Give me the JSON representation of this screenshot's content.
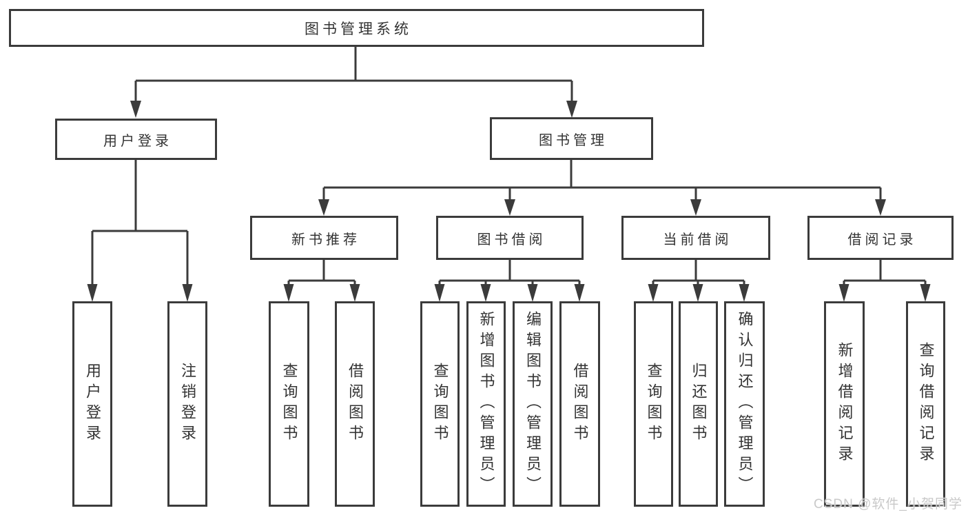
{
  "tree": {
    "root": {
      "label": "图书管理系统",
      "children": [
        {
          "label": "用户登录",
          "children": [
            {
              "label": "用户登录"
            },
            {
              "label": "注销登录"
            }
          ]
        },
        {
          "label": "图书管理",
          "children": [
            {
              "label": "新书推荐",
              "children": [
                {
                  "label": "查询图书"
                },
                {
                  "label": "借阅图书"
                }
              ]
            },
            {
              "label": "图书借阅",
              "children": [
                {
                  "label": "查询图书"
                },
                {
                  "label": "新增图书（管理员）"
                },
                {
                  "label": "编辑图书（管理员）"
                },
                {
                  "label": "借阅图书"
                }
              ]
            },
            {
              "label": "当前借阅",
              "children": [
                {
                  "label": "查询图书"
                },
                {
                  "label": "归还图书"
                },
                {
                  "label": "确认归还（管理员）"
                }
              ]
            },
            {
              "label": "借阅记录",
              "children": [
                {
                  "label": "新增借阅记录"
                },
                {
                  "label": "查询借阅记录"
                }
              ]
            }
          ]
        }
      ]
    }
  },
  "watermark": {
    "text": "CSDN @软件_小贺同学"
  },
  "colors": {
    "line": "#3b3b3b",
    "text": "#333333",
    "watermark": "#c9c9c9",
    "background": "#ffffff"
  }
}
